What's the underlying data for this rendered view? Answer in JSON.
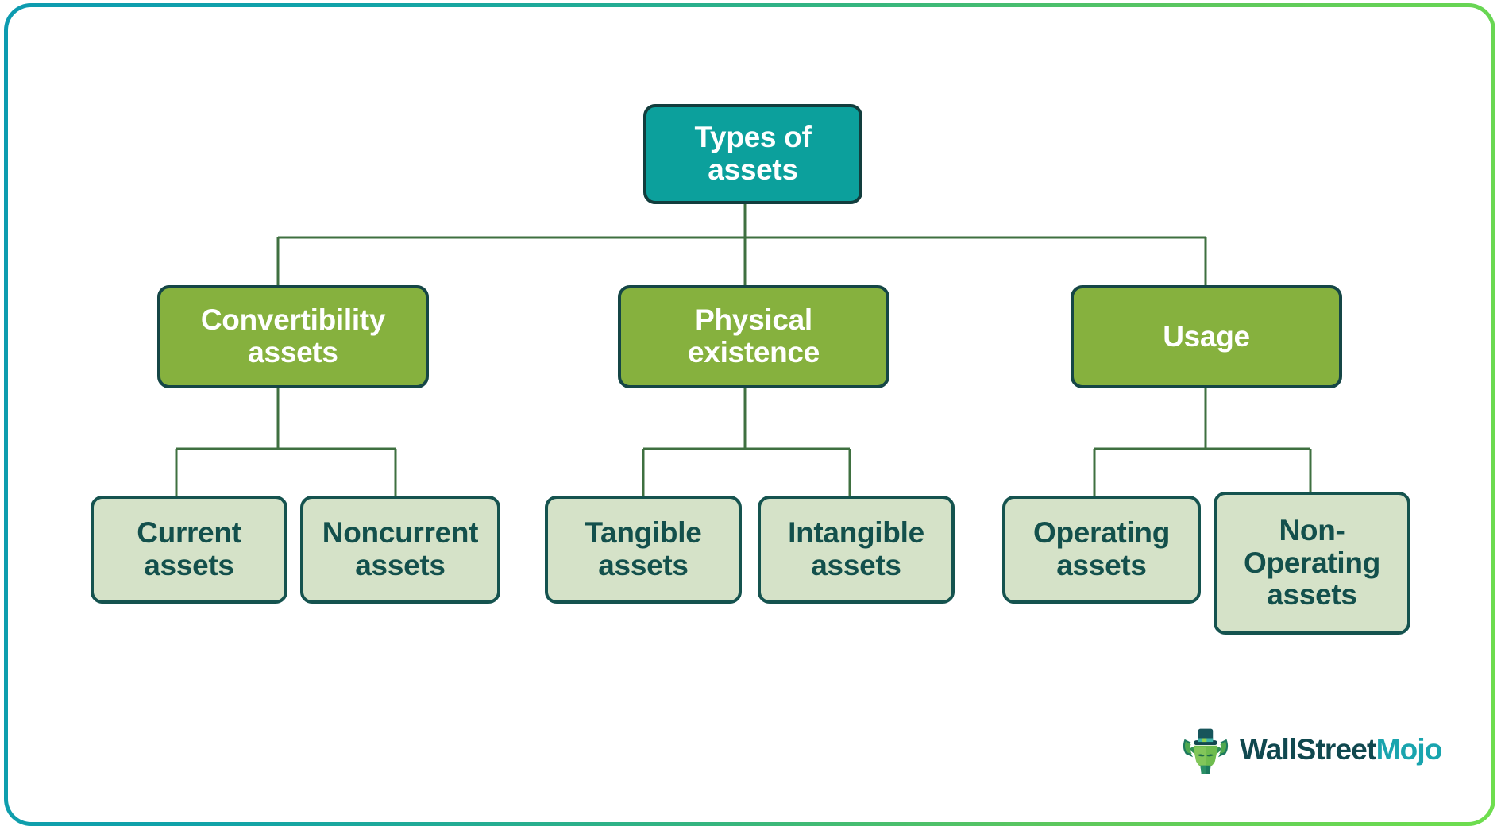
{
  "diagram": {
    "type": "hierarchy-tree",
    "title": "Types of assets",
    "levels": 3,
    "colors": {
      "frame_gradient_start": "#0d9bb0",
      "frame_gradient_end": "#6ede4e",
      "root_fill": "#0ca09c",
      "root_text": "#ffffff",
      "branch_fill": "#86b13e",
      "branch_text": "#ffffff",
      "leaf_fill": "#d5e2c8",
      "leaf_text": "#13504c",
      "node_border": "#15534f",
      "connector": "#3f7040",
      "background": "#ffffff"
    },
    "root": {
      "label": "Types of\nassets"
    },
    "branches": [
      {
        "label": "Convertibility\nassets",
        "children": [
          {
            "label": "Current\nassets"
          },
          {
            "label": "Noncurrent\nassets"
          }
        ]
      },
      {
        "label": "Physical\nexistence",
        "children": [
          {
            "label": "Tangible\nassets"
          },
          {
            "label": "Intangible\nassets"
          }
        ]
      },
      {
        "label": "Usage",
        "children": [
          {
            "label": "Operating\nassets"
          },
          {
            "label": "Non-\nOperating\nassets"
          }
        ]
      }
    ]
  },
  "branding": {
    "logo_icon": "bull-mascot-tophat-icon",
    "name_part_one": "WallStreet",
    "name_part_two": "Mojo",
    "color_part_one": "#10484f",
    "color_part_two": "#19a4ae"
  }
}
